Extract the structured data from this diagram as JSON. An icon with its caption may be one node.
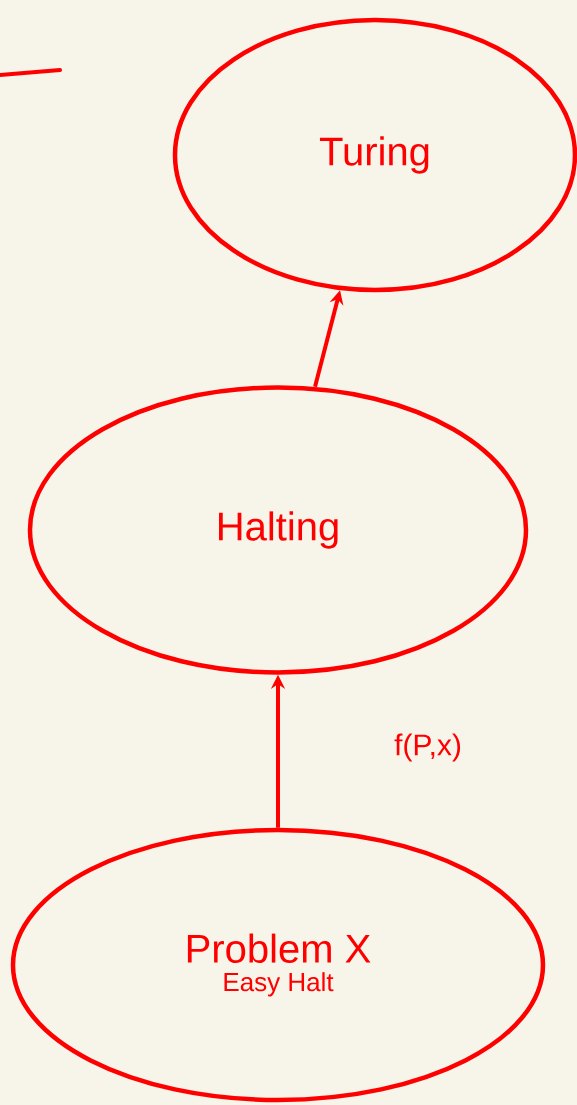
{
  "diagram": {
    "nodes": [
      {
        "text": [
          "Turing"
        ]
      },
      {
        "text": [
          "Halting"
        ]
      },
      {
        "text": [
          "Problem X",
          "Easy Halt"
        ]
      }
    ],
    "edges": [
      {
        "from": 2,
        "to": 1,
        "arrow": "to",
        "label": "f(P,x)"
      },
      {
        "from": 1,
        "to": 0,
        "arrow": "to"
      }
    ]
  }
}
